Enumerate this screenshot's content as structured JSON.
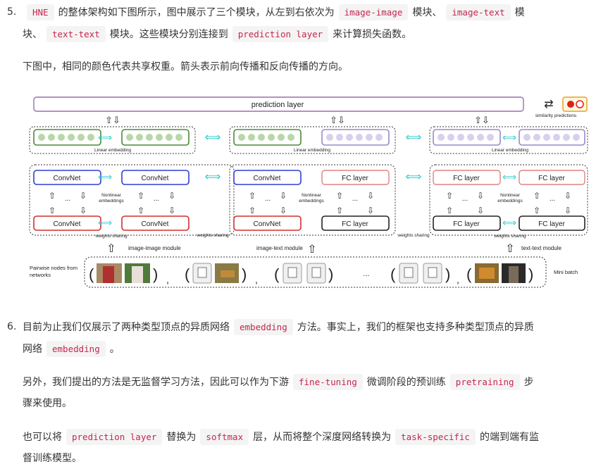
{
  "item5": {
    "number": "5.",
    "line1_pre": "",
    "code_hne": "HNE",
    "line1_a": "的整体架构如下图所示，图中展示了三个模块，从左到右依次为",
    "code_ii": "image-image",
    "line1_b": "模块、",
    "code_it": "image-text",
    "line1_c": "模",
    "line2_a": "块、",
    "code_tt": "text-text",
    "line2_b": "模块。这些模块分别连接到",
    "code_pl": "prediction layer",
    "line2_c": "来计算损失函数。",
    "para2": "下图中，相同的颜色代表共享权重。箭头表示前向传播和反向传播的方向。"
  },
  "figure": {
    "prediction_layer": "prediction layer",
    "similarity_predictions": "similarity predictions",
    "linear_embedding": "Linear embedding",
    "convnet": "ConvNet",
    "fc_layer": "FC layer",
    "nonlinear_embeddings": [
      "Nonlinear",
      "embeddings"
    ],
    "weights_sharing": "weights sharing",
    "image_image_module": "image-image module",
    "image_text_module": "image-text module",
    "text_text_module": "text-text module",
    "pairwise_nodes": [
      "Pairwise nodes from",
      "networks"
    ],
    "mini_batch": "Mini batch",
    "ellipsis": "...",
    "colors": {
      "green": "#4b8a3a",
      "blue": "#2f3fd0",
      "red": "#d23030",
      "purple": "#9a88c8",
      "black": "#222222",
      "cyan": "#4dd0d8",
      "pink": "#e08080"
    }
  },
  "item6": {
    "number": "6.",
    "line1_a": "目前为止我们仅展示了两种类型顶点的异质网络",
    "code_emb1": "embedding",
    "line1_b": "方法。事实上，我们的框架也支持多种类型顶点的异质",
    "line2_a": "网络",
    "code_emb2": "embedding",
    "line2_b": "。",
    "para2_a": "另外，我们提出的方法是无监督学习方法，因此可以作为下游",
    "code_ft": "fine-tuning",
    "para2_b": "微调阶段的预训练",
    "code_pt": "pretraining",
    "para2_c": "步",
    "para2_d": "骤来使用。",
    "para3_a": "也可以将",
    "code_pl": "prediction layer",
    "para3_b": "替换为",
    "code_sm": "softmax",
    "para3_c": "层，从而将整个深度网络转换为",
    "code_ts": "task-specific",
    "para3_d": "的端到端有监",
    "para3_e": "督训练模型。"
  }
}
